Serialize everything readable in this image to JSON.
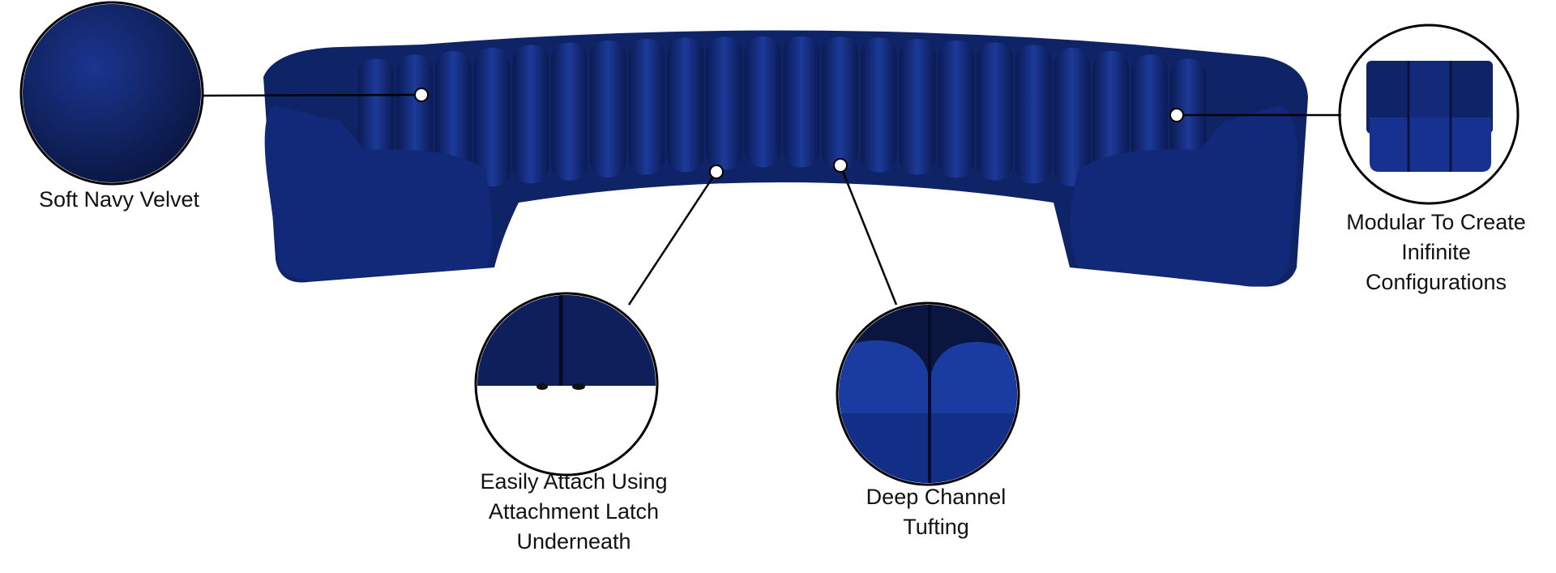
{
  "features": {
    "velvet": {
      "lines": [
        "Soft Navy Velvet"
      ]
    },
    "modular": {
      "lines": [
        "Modular To Create",
        "Inifinite",
        "Configurations"
      ]
    },
    "latch": {
      "lines": [
        "Easily Attach Using",
        "Attachment Latch",
        "Underneath"
      ]
    },
    "tufting": {
      "lines": [
        "Deep Channel",
        "Tufting"
      ]
    }
  },
  "colors": {
    "navy": "#0f2466",
    "navy_light": "#1f3f9e",
    "navy_dark": "#0a1640",
    "line": "#000000"
  },
  "channel_count": 22
}
